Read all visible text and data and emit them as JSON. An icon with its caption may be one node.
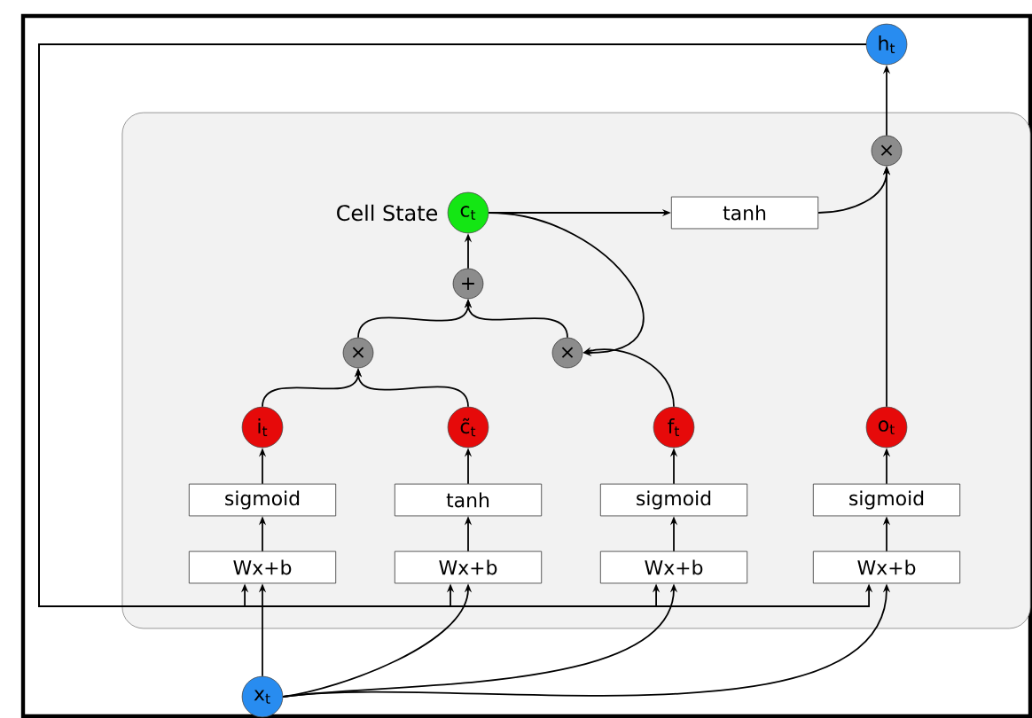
{
  "diagram": {
    "nodes": [
      {
        "text": [],
        "shape": "box"
      },
      {
        "text": [
          "h$_{t}$"
        ]
      },
      {
        "text": [
          "×"
        ],
        "in": 0
      },
      {
        "text": [
          "c$_{t}$"
        ],
        "in": 0,
        "beside": [
          "Cell State"
        ]
      },
      {
        "text": [
          "tanh"
        ],
        "in": 0
      },
      {
        "text": [
          "+"
        ],
        "in": 0
      },
      {
        "text": [
          "×"
        ],
        "in": 0
      },
      {
        "text": [
          "×"
        ],
        "in": 0
      },
      {
        "text": [
          "i$_{t}$"
        ],
        "in": 0
      },
      {
        "text": [
          "c̃$_{t}$"
        ],
        "in": 0
      },
      {
        "text": [
          "f$_{t}$"
        ],
        "in": 0
      },
      {
        "text": [
          "o$_{t}$"
        ],
        "in": 0
      },
      {
        "text": [
          "sigmoid"
        ],
        "in": 0
      },
      {
        "text": [
          "tanh"
        ],
        "in": 0
      },
      {
        "text": [
          "sigmoid"
        ],
        "in": 0
      },
      {
        "text": [
          "sigmoid"
        ],
        "in": 0
      },
      {
        "text": [
          "Wx+b"
        ],
        "in": 0
      },
      {
        "text": [
          "Wx+b"
        ],
        "in": 0
      },
      {
        "text": [
          "Wx+b"
        ],
        "in": 0
      },
      {
        "text": [
          "Wx+b"
        ],
        "in": 0
      },
      {
        "text": [
          "x$_{t}$"
        ]
      }
    ],
    "edges": [
      {
        "from": 1,
        "to": 16,
        "arrow": "to"
      },
      {
        "from": 1,
        "to": 17,
        "arrow": "to"
      },
      {
        "from": 1,
        "to": 18,
        "arrow": "to"
      },
      {
        "from": 1,
        "to": 19,
        "arrow": "to"
      },
      {
        "from": 20,
        "to": 16,
        "arrow": "to"
      },
      {
        "from": 20,
        "to": 17,
        "arrow": "to"
      },
      {
        "from": 20,
        "to": 18,
        "arrow": "to"
      },
      {
        "from": 20,
        "to": 19,
        "arrow": "to"
      },
      {
        "from": 16,
        "to": 12,
        "arrow": "to"
      },
      {
        "from": 17,
        "to": 13,
        "arrow": "to"
      },
      {
        "from": 18,
        "to": 14,
        "arrow": "to"
      },
      {
        "from": 19,
        "to": 15,
        "arrow": "to"
      },
      {
        "from": 12,
        "to": 8,
        "arrow": "to"
      },
      {
        "from": 13,
        "to": 9,
        "arrow": "to"
      },
      {
        "from": 14,
        "to": 10,
        "arrow": "to"
      },
      {
        "from": 15,
        "to": 11,
        "arrow": "to"
      },
      {
        "from": 8,
        "to": 6,
        "arrow": "to"
      },
      {
        "from": 9,
        "to": 6,
        "arrow": "to"
      },
      {
        "from": 6,
        "to": 5,
        "arrow": "to"
      },
      {
        "from": 7,
        "to": 5,
        "arrow": "to"
      },
      {
        "from": 10,
        "to": 7,
        "arrow": "to"
      },
      {
        "from": 3,
        "to": 7,
        "arrow": "to"
      },
      {
        "from": 5,
        "to": 3,
        "arrow": "to"
      },
      {
        "from": 3,
        "to": 4,
        "arrow": "to"
      },
      {
        "from": 4,
        "to": 2,
        "arrow": "to"
      },
      {
        "from": 11,
        "to": 2,
        "arrow": "to"
      },
      {
        "from": 2,
        "to": 1,
        "arrow": "to"
      }
    ]
  }
}
